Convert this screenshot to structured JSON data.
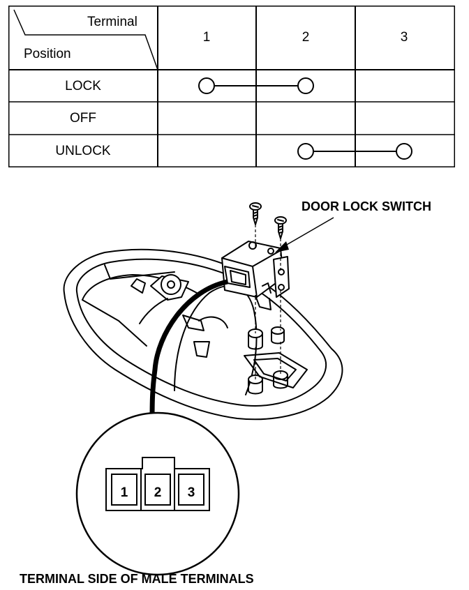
{
  "table": {
    "header_terminal": "Terminal",
    "header_position": "Position",
    "columns": [
      "1",
      "2",
      "3"
    ],
    "rows": [
      {
        "position": "LOCK",
        "connected_terminals": [
          "1",
          "2"
        ]
      },
      {
        "position": "OFF",
        "connected_terminals": []
      },
      {
        "position": "UNLOCK",
        "connected_terminals": [
          "2",
          "3"
        ]
      }
    ]
  },
  "diagram": {
    "switch_label": "DOOR LOCK SWITCH",
    "connector_label": "TERMINAL SIDE OF MALE TERMINALS",
    "connector_pins": [
      "1",
      "2",
      "3"
    ]
  }
}
